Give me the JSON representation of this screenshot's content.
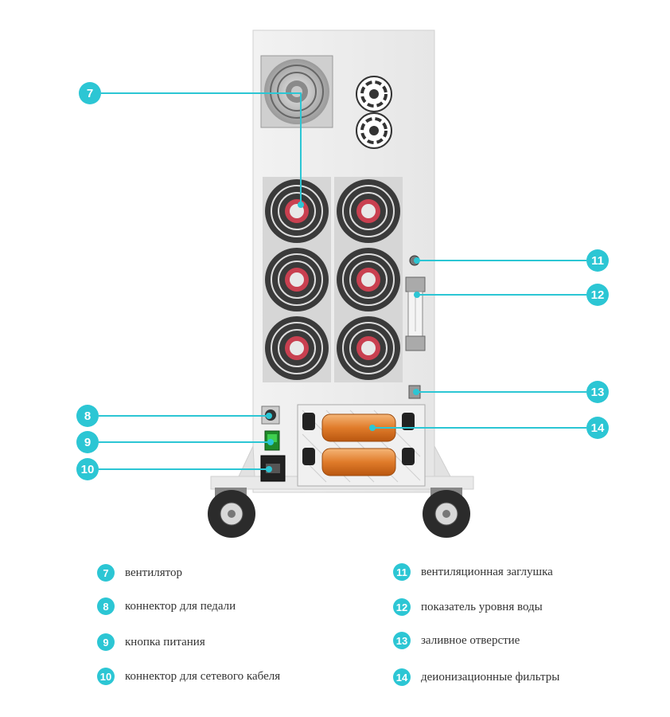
{
  "accent_color": "#2cc6d4",
  "callouts": [
    {
      "num": "7"
    },
    {
      "num": "8"
    },
    {
      "num": "9"
    },
    {
      "num": "10"
    },
    {
      "num": "11"
    },
    {
      "num": "12"
    },
    {
      "num": "13"
    },
    {
      "num": "14"
    }
  ],
  "legend": {
    "left": [
      {
        "num": "7",
        "text": "вентилятор"
      },
      {
        "num": "8",
        "text": "коннектор для педали"
      },
      {
        "num": "9",
        "text": "кнопка питания"
      },
      {
        "num": "10",
        "text": "коннектор для сетевого кабеля"
      }
    ],
    "right": [
      {
        "num": "11",
        "text": "вентиляционная заглушка"
      },
      {
        "num": "12",
        "text": "показатель уровня воды"
      },
      {
        "num": "13",
        "text": "заливное отверстие"
      },
      {
        "num": "14",
        "text": "деионизационные фильтры"
      }
    ]
  }
}
